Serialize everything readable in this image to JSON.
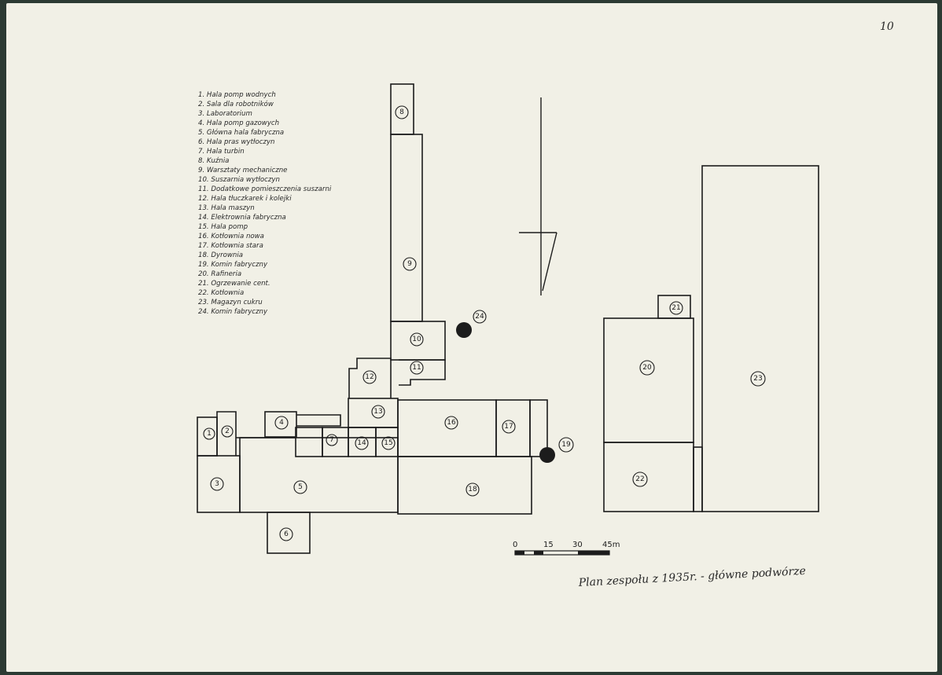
{
  "page_number": "10",
  "legend": [
    "1. Hala pomp wodnych",
    "2. Sala dla robotników",
    "3. Laboratorium",
    "4. Hala pomp gazowych",
    "5. Główna hala fabryczna",
    "6. Hala pras wytłoczyn",
    "7. Hala turbin",
    "8. Kuźnia",
    "9. Warsztaty mechaniczne",
    "10. Suszarnia wytłoczyn",
    "11. Dodatkowe pomieszczenia suszarni",
    "12. Hala tłuczkarek i kolejki",
    "13. Hala maszyn",
    "14. Elektrownia fabryczna",
    "15. Hala pomp",
    "16. Kotłownia nowa",
    "17. Kotłownia stara",
    "18. Dyrownia",
    "19. Komin fabryczny",
    "20. Rafineria",
    "21. Ogrzewanie cent.",
    "22. Kotłownia",
    "23. Magazyn cukru",
    "24. Komin fabryczny"
  ],
  "building_numbers": [
    "1",
    "2",
    "3",
    "4",
    "5",
    "6",
    "7",
    "8",
    "9",
    "10",
    "11",
    "12",
    "13",
    "14",
    "15",
    "16",
    "17",
    "18",
    "19",
    "20",
    "21",
    "22",
    "23",
    "24"
  ],
  "scale": {
    "ticks": [
      "0",
      "15",
      "30",
      "45m"
    ]
  },
  "caption": "Plan zespołu z 1935r. - główne podwórze"
}
